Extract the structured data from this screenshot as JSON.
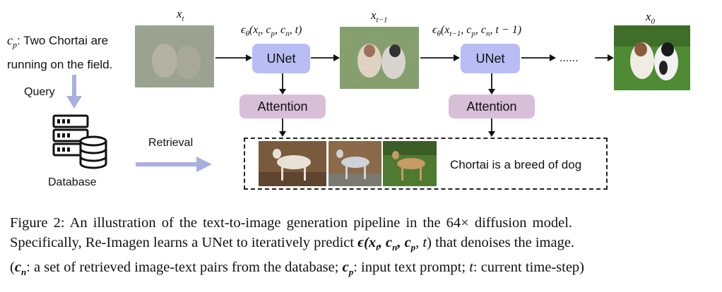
{
  "prompt": {
    "var": "c",
    "sub": "p",
    "text_line1": ": Two Chortai are",
    "text_line2": "running on the field."
  },
  "query_label": "Query",
  "database_label": "Database",
  "retrieval_label": "Retrieval",
  "steps": {
    "xt_label": "x",
    "xt_sub": "t",
    "xt1_label": "x",
    "xt1_sub": "t−1",
    "x0_label": "x",
    "x0_sub": "0",
    "eps1_pre": "ϵ",
    "eps1_sub": "θ",
    "eps1_args": "(x",
    "eps1_a1": "t",
    "eps1_a2": ", c",
    "eps1_a3": "p",
    "eps1_a4": ", c",
    "eps1_a5": "n",
    "eps1_a6": ", t)",
    "eps2_pre": "ϵ",
    "eps2_sub": "θ",
    "eps2_args": "(x",
    "eps2_a1": "t−1",
    "eps2_a2": ", c",
    "eps2_a3": "p",
    "eps2_a4": ", c",
    "eps2_a5": "n",
    "eps2_a6": ", t − 1)",
    "dots": "......"
  },
  "blocks": {
    "unet_label": "UNet",
    "attention_label": "Attention"
  },
  "retrieved_text": "Chortai is a breed of dog",
  "caption": {
    "line1": "Figure 2:   An illustration of the text-to-image generation pipeline in the 64× diffusion model.",
    "line2_a": "Specifically, Re-Imagen learns a UNet to iteratively predict ",
    "line2_eps": "ϵ(",
    "line2_x": "x",
    "line2_xs": "t",
    "line2_c1": ", c",
    "line2_c1s": "n",
    "line2_c2": ", c",
    "line2_c2s": "p",
    "line2_t": ", t",
    "line2_end": ") that denoises the image.",
    "line3_a": "(",
    "line3_cn": "c",
    "line3_cns": "n",
    "line3_b": ": a set of retrieved image-text pairs from the database; ",
    "line3_cp": "c",
    "line3_cps": "p",
    "line3_c": ": input text prompt; ",
    "line3_t": "t",
    "line3_d": ": current time-step)"
  },
  "colors": {
    "unet": "#b8bdf4",
    "attention": "#d8bfd8",
    "arrow_dark": "#111111",
    "arrow_light": "#a9b0e0"
  }
}
